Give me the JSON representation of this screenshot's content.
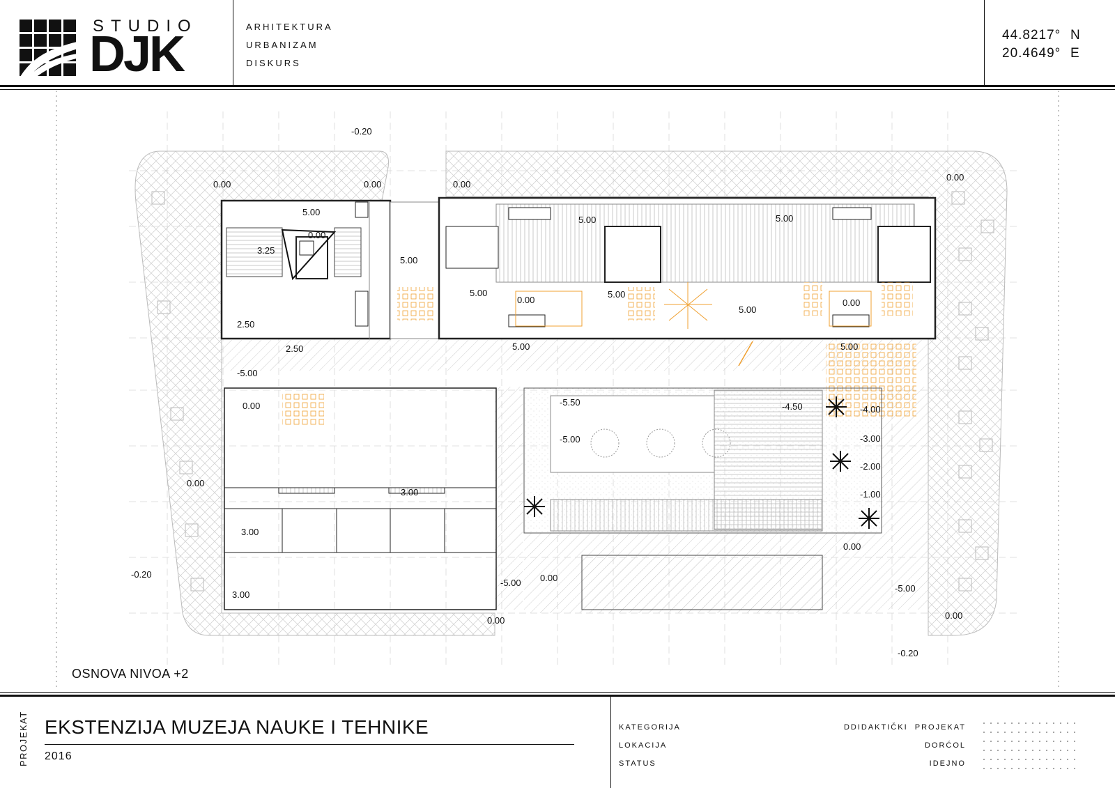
{
  "header": {
    "logo_studio": "STUDIO",
    "logo_djk": "DJK",
    "categories": [
      "ARHITEKTURA",
      "URBANIZAM",
      "DISKURS"
    ],
    "coords": [
      {
        "value": "44.8217°",
        "dir": "N"
      },
      {
        "value": "20.4649°",
        "dir": "E"
      }
    ]
  },
  "plan": {
    "caption": "OSNOVA NIVOA +2",
    "levels": [
      "-0.20",
      "0.00",
      "0.00",
      "0.00",
      "0.00",
      "5.00",
      "0.00",
      "3.25",
      "5.00",
      "5.00",
      "5.00",
      "2.50",
      "5.00",
      "0.00",
      "5.00",
      "5.00",
      "0.00",
      "2.50",
      "5.00",
      "5.00",
      "-5.00",
      "0.00",
      "-5.50",
      "-4.50",
      "-4.00",
      "-5.00",
      "-3.00",
      "-2.00",
      "0.00",
      "3.00",
      "-1.00",
      "3.00",
      "-0.20",
      "0.00",
      "-5.00",
      "0.00",
      "-5.00",
      "3.00",
      "0.00",
      "0.00",
      "-0.20"
    ]
  },
  "footer": {
    "projekat_label": "PROJEKAT",
    "title": "EKSTENZIJA MUZEJA NAUKE I TEHNIKE",
    "year": "2016",
    "labels": [
      "KATEGORIJA",
      "LOKACIJA",
      "STATUS"
    ],
    "values": [
      "DDIDAKTIČKI  PROJEKAT",
      "DORĆOL",
      "IDEJNO"
    ]
  },
  "colors": {
    "ink": "#111111",
    "accent": "#f0a030",
    "grid": "#cccccc"
  }
}
